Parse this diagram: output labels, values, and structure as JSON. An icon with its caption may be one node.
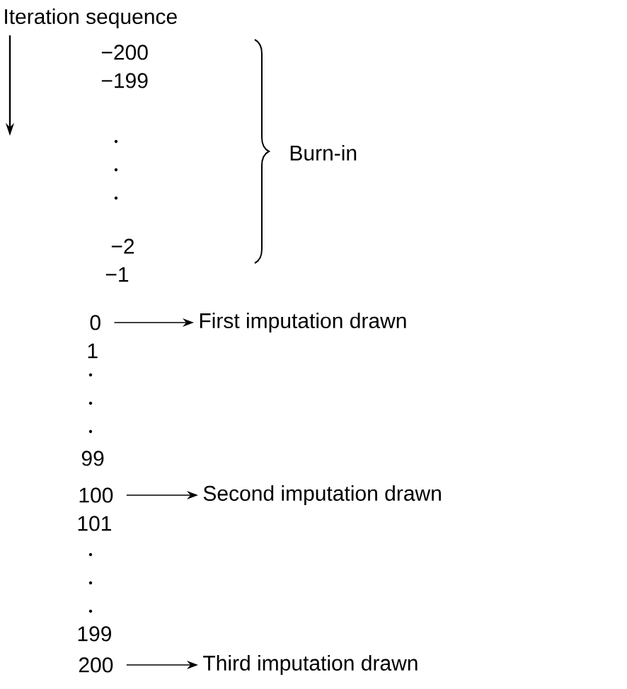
{
  "diagram": {
    "nodes": [
      {
        "text": [
          "0"
        ]
      },
      {
        "text": [
          "First imputation drawn"
        ]
      },
      {
        "text": [
          "100"
        ]
      },
      {
        "text": [
          "Second imputation drawn"
        ]
      },
      {
        "text": [
          "200"
        ]
      },
      {
        "text": [
          "Third imputation drawn"
        ]
      }
    ],
    "edges": [
      {
        "from": 0,
        "to": 1,
        "arrow": "to"
      },
      {
        "from": 2,
        "to": 3,
        "arrow": "to"
      },
      {
        "from": 4,
        "to": 5,
        "arrow": "to"
      }
    ],
    "labels": [
      "Iteration sequence",
      "−200",
      "−199",
      "Burn-in",
      "−2",
      "−1",
      "1",
      "99",
      "101",
      "199"
    ]
  }
}
